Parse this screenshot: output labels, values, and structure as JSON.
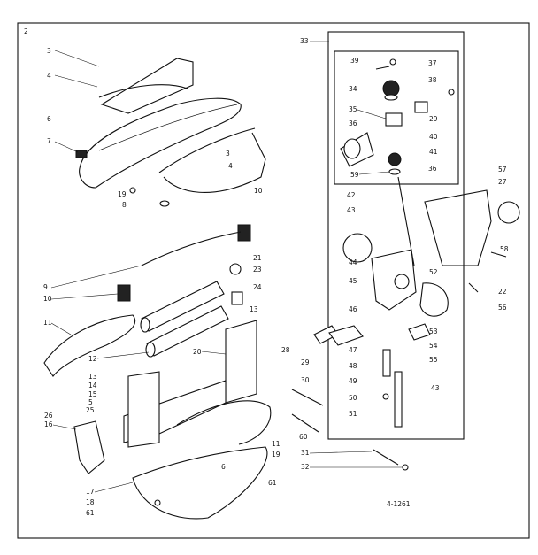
{
  "diagram": {
    "corner_label": "2",
    "footer_code": "4-1261",
    "callouts": {
      "c1": "3",
      "c2": "4",
      "c3": "6",
      "c4": "7",
      "c5": "3",
      "c6": "4",
      "c7": "19",
      "c8": "8",
      "c9": "10",
      "c10": "9",
      "c11": "10",
      "c12": "11",
      "c13": "12",
      "c14": "21",
      "c15": "23",
      "c16": "24",
      "c17": "13",
      "c18": "20",
      "c19": "13",
      "c20": "14",
      "c21": "15",
      "c22": "5",
      "c23": "25",
      "c24": "26",
      "c25": "16",
      "c26": "17",
      "c27": "18",
      "c28": "61",
      "c29": "29",
      "c30": "30",
      "c31": "28",
      "c32": "60",
      "c33": "11",
      "c34": "19",
      "c35": "6",
      "c36": "61",
      "c37": "31",
      "c38": "32",
      "c39": "33",
      "c40": "39",
      "c41": "37",
      "c42": "34",
      "c43": "38",
      "c44": "35",
      "c45": "29",
      "c46": "36",
      "c47": "40",
      "c48": "41",
      "c49": "59",
      "c50": "36",
      "c51": "42",
      "c52": "43",
      "c53": "57",
      "c54": "27",
      "c55": "58",
      "c56": "44",
      "c57": "52",
      "c58": "45",
      "c59": "22",
      "c60": "56",
      "c61": "46",
      "c62": "53",
      "c63": "47",
      "c64": "54",
      "c65": "55",
      "c66": "48",
      "c67": "49",
      "c68": "43",
      "c69": "50",
      "c70": "51"
    }
  }
}
